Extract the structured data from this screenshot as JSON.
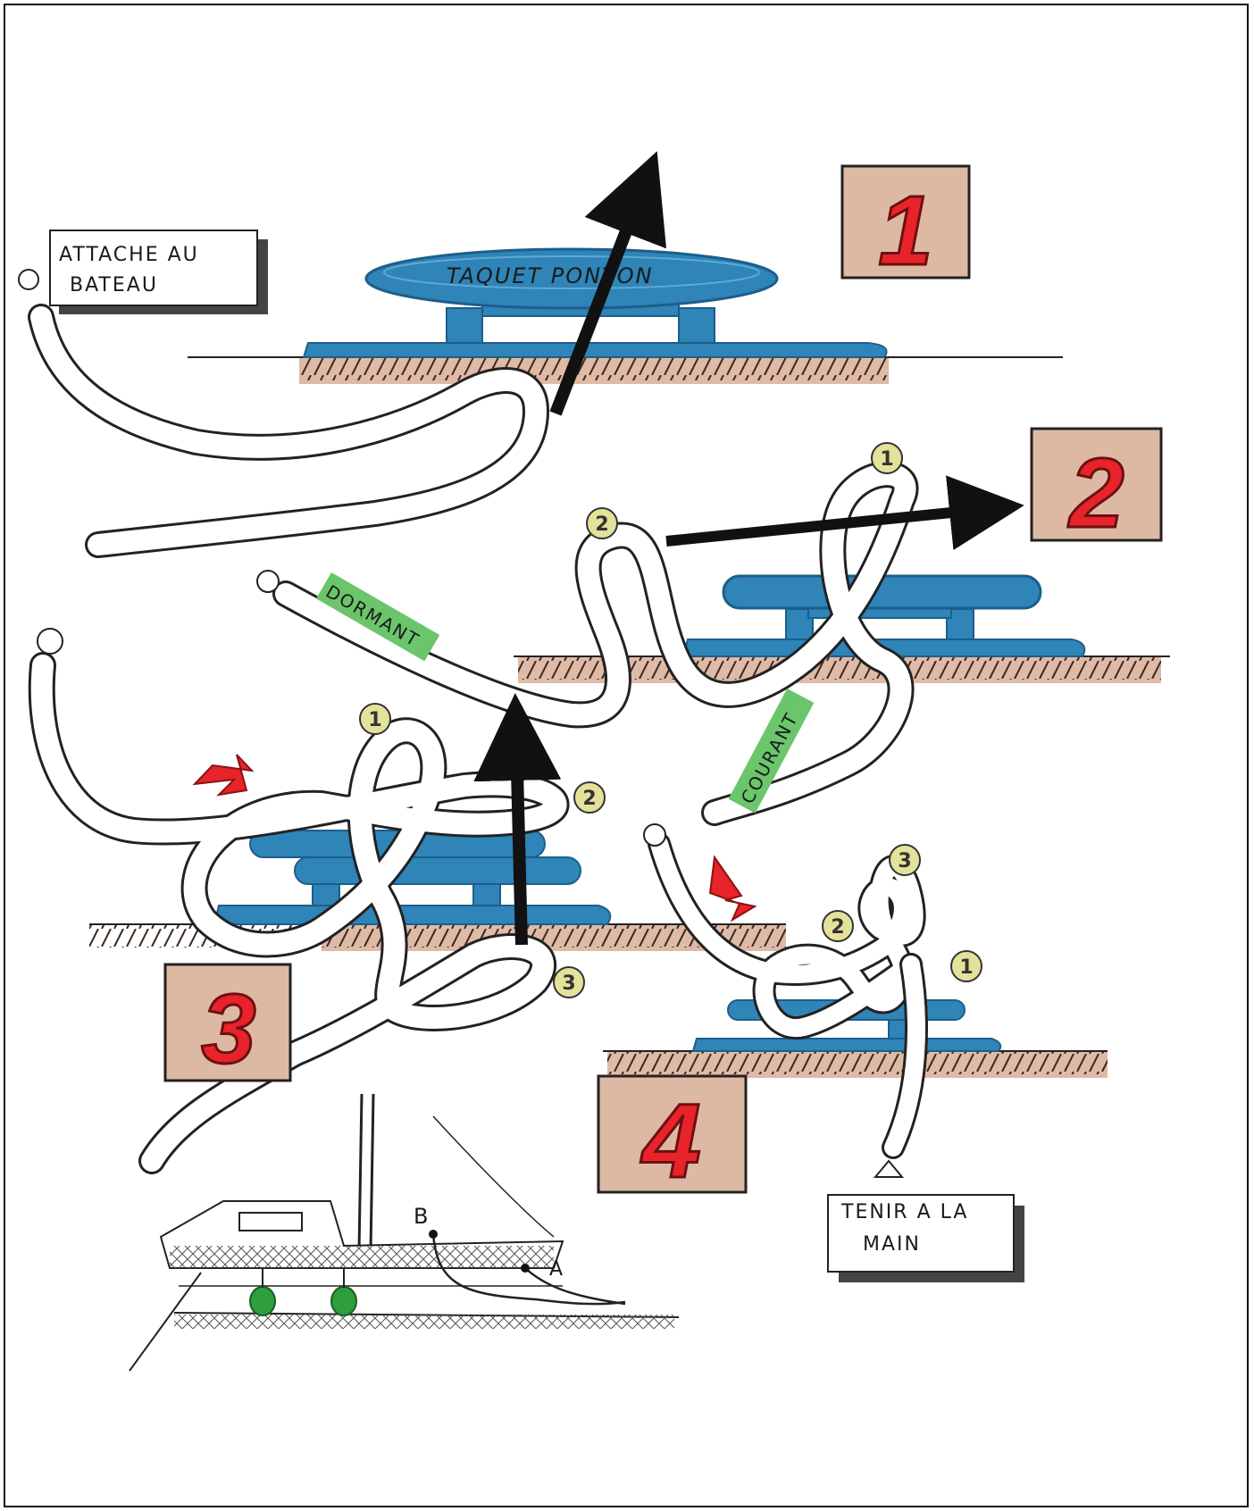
{
  "labels": {
    "attache_line1": "ATTACHE AU",
    "attache_line2": "BATEAU",
    "taquet": "TAQUET PONTON",
    "dormant": "DORMANT",
    "courant": "COURANT",
    "tenir_line1": "TENIR A LA",
    "tenir_line2": "MAIN"
  },
  "steps": [
    "1",
    "2",
    "3",
    "4"
  ],
  "markers": {
    "step2": [
      "1",
      "2"
    ],
    "step3": [
      "1",
      "2",
      "3"
    ],
    "step4": [
      "1",
      "2",
      "3"
    ]
  },
  "boat_points": [
    "A",
    "B"
  ],
  "colors": {
    "cleat": "#2f84b8",
    "cleat_dark": "#1d5e8a",
    "rope": "#ffffff",
    "ground": "#d7a990",
    "step_box": "#ddb9a4",
    "step_number": "#e8232a",
    "label_green": "#6bc56b",
    "marker_yellow": "#e4e29a",
    "red_arrow": "#e8232a",
    "fender": "#2e9e3e"
  }
}
